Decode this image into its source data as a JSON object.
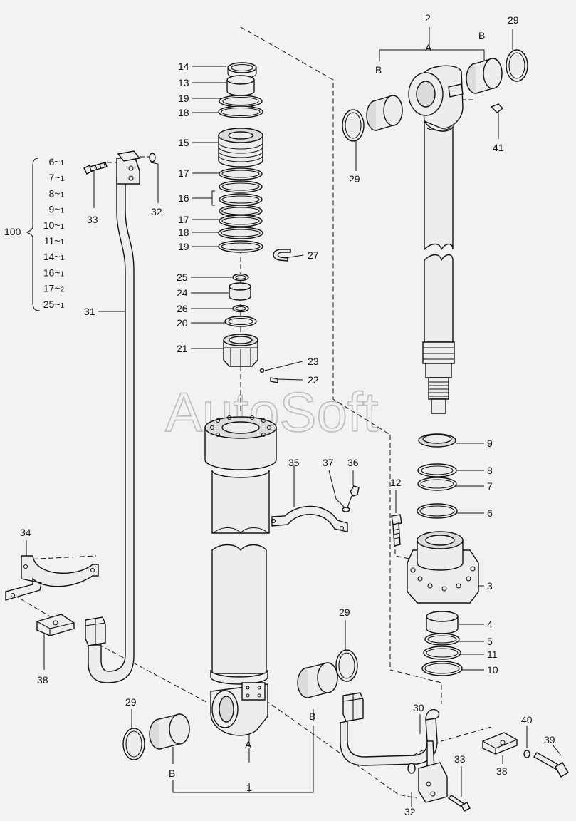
{
  "watermark": "AutoSoft",
  "labels": {
    "l1": "1",
    "l2": "2",
    "l3": "3",
    "l4": "4",
    "l5": "5",
    "l6": "6",
    "l7": "7",
    "l8": "8",
    "l9": "9",
    "l10": "10",
    "l11": "11",
    "l12": "12",
    "l13": "13",
    "l14": "14",
    "l15": "15",
    "l16": "16",
    "l17a": "17",
    "l17b": "17",
    "l18a": "18",
    "l18b": "18",
    "l19a": "19",
    "l19b": "19",
    "l20": "20",
    "l21": "21",
    "l22": "22",
    "l23": "23",
    "l24": "24",
    "l25": "25",
    "l26": "26",
    "l27": "27",
    "l29a": "29",
    "l29b": "29",
    "l29c": "29",
    "l29d": "29",
    "l30": "30",
    "l31": "31",
    "l32a": "32",
    "l32b": "32",
    "l33a": "33",
    "l33b": "33",
    "l34": "34",
    "l35": "35",
    "l36": "36",
    "l37": "37",
    "l38a": "38",
    "l38b": "38",
    "l39": "39",
    "l40": "40",
    "l41": "41",
    "A1": "A",
    "A2": "A",
    "B1": "B",
    "B2": "B",
    "B3": "B",
    "B4": "B"
  },
  "kit": {
    "label": "100",
    "items": [
      {
        "part": "6",
        "qty": "1"
      },
      {
        "part": "7",
        "qty": "1"
      },
      {
        "part": "8",
        "qty": "1"
      },
      {
        "part": "9",
        "qty": "1"
      },
      {
        "part": "10",
        "qty": "1"
      },
      {
        "part": "11",
        "qty": "1"
      },
      {
        "part": "14",
        "qty": "1"
      },
      {
        "part": "16",
        "qty": "1"
      },
      {
        "part": "17",
        "qty": "2"
      },
      {
        "part": "25",
        "qty": "1"
      }
    ]
  }
}
